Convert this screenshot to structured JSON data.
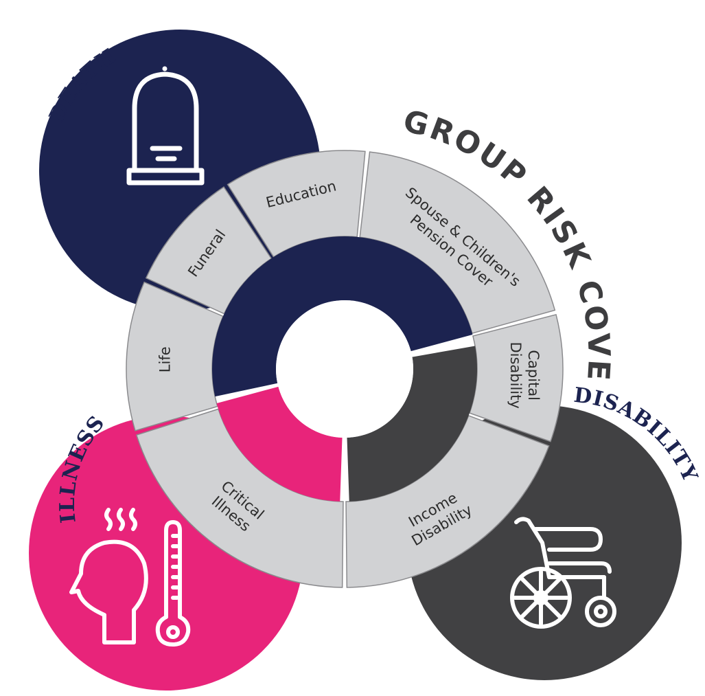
{
  "diagram": {
    "ring_title": "GROUP RISK COVER",
    "categories": [
      {
        "key": "death",
        "title": "DEATH",
        "icon": "tombstone-icon",
        "color": "#1c2350"
      },
      {
        "key": "illness",
        "title": "ILLNESS",
        "icon": "fever-head-thermometer-icon",
        "color": "#e8247a"
      },
      {
        "key": "disability",
        "title": "DISABILITY",
        "icon": "wheelchair-icon",
        "color": "#414143"
      }
    ],
    "segments": [
      {
        "key": "life",
        "label_lines": [
          "Life"
        ],
        "category": "death"
      },
      {
        "key": "funeral",
        "label_lines": [
          "Funeral"
        ],
        "category": "death"
      },
      {
        "key": "education",
        "label_lines": [
          "Education"
        ],
        "category": "death"
      },
      {
        "key": "spouse",
        "label_lines": [
          "Spouse & Children's",
          "Pension Cover"
        ],
        "category": "death"
      },
      {
        "key": "capital",
        "label_lines": [
          "Capital",
          "Disability"
        ],
        "category": "disability"
      },
      {
        "key": "income",
        "label_lines": [
          "Income",
          "Disability"
        ],
        "category": "disability"
      },
      {
        "key": "critical",
        "label_lines": [
          "Critical",
          "Illness"
        ],
        "category": "illness"
      }
    ],
    "segment_fill": "#d1d2d4",
    "background": "#ffffff"
  }
}
